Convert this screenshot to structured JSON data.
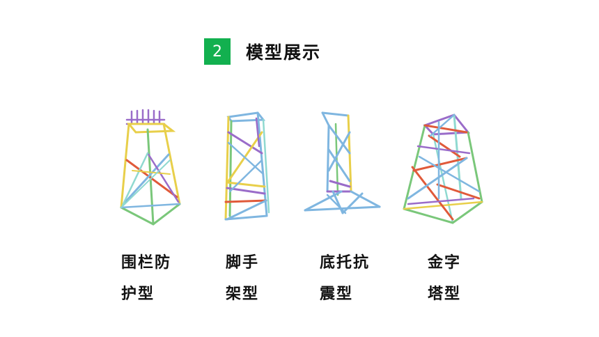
{
  "section": {
    "number": "2",
    "title": "模型展示"
  },
  "accent_color": "#12b04f",
  "models": [
    {
      "line1": "围栏防",
      "line2": "护型",
      "icon": "fence-protection-tower-model"
    },
    {
      "line1": "脚手",
      "line2": "架型",
      "icon": "scaffold-tower-model"
    },
    {
      "line1": "底托抗",
      "line2": "震型",
      "icon": "base-support-seismic-tower-model"
    },
    {
      "line1": "金字",
      "line2": "塔型",
      "icon": "pyramid-tower-model"
    }
  ],
  "straw_colors": [
    "#e8cf4a",
    "#7fb6e0",
    "#e05a3a",
    "#9a6cc9",
    "#7ac77a",
    "#8fd9d0"
  ]
}
